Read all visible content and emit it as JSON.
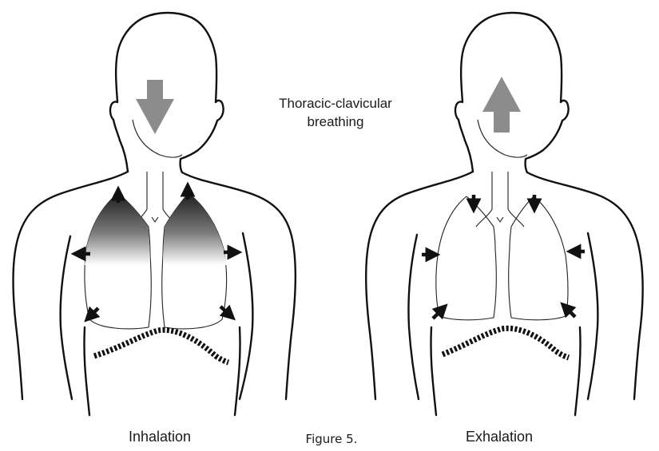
{
  "figure": {
    "title_line1": "Thoracic-clavicular",
    "title_line2": "breathing",
    "caption": "Figure 5.",
    "panels": [
      {
        "id": "inhalation",
        "label": "Inhalation",
        "airflow": "down"
      },
      {
        "id": "exhalation",
        "label": "Exhalation",
        "airflow": "up"
      }
    ]
  },
  "colors": {
    "outline": "#111111",
    "airflow_arrow": "#8c8c8c",
    "upper_lung_shading": "#1e1e1e"
  }
}
